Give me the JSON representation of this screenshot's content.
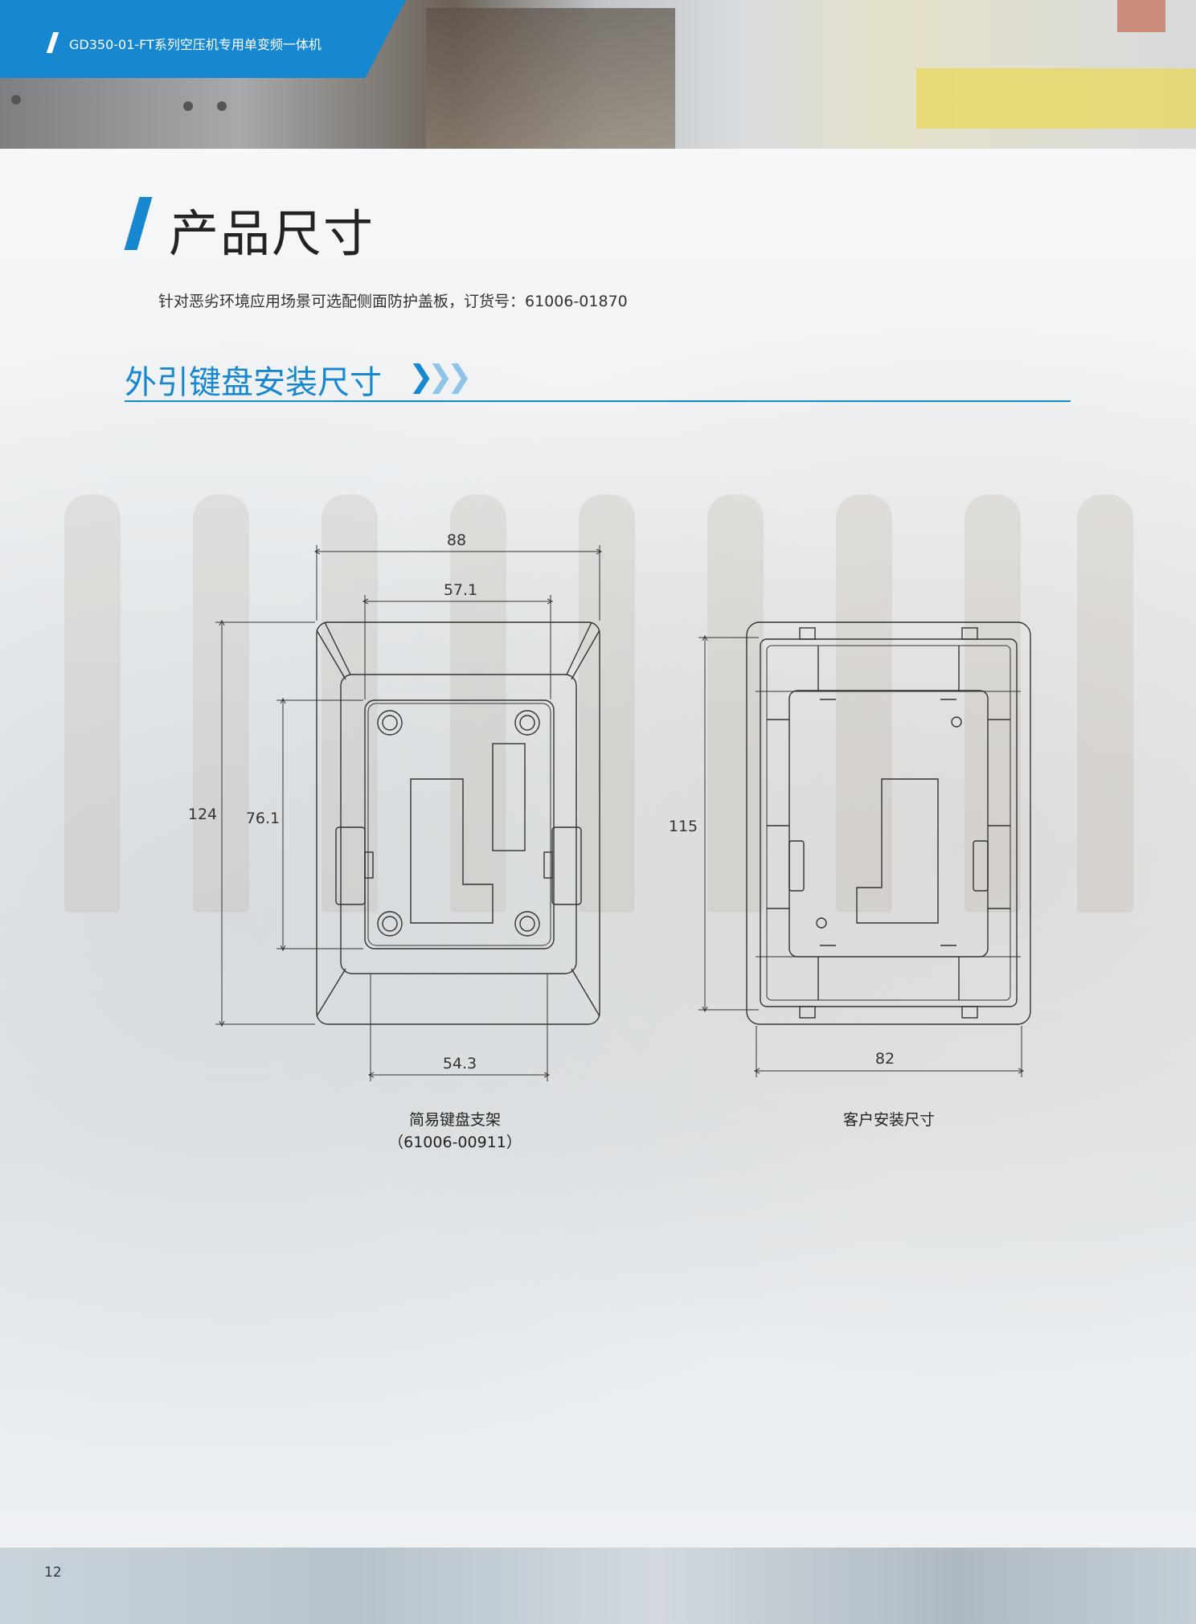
{
  "header": {
    "title": "GD350-01-FT系列空压机专用单变频一体机"
  },
  "page": {
    "title": "产品尺寸",
    "intro": "针对恶劣环境应用场景可选配侧面防护盖板，订货号：61006-01870",
    "section_title": "外引键盘安装尺寸",
    "page_number": "12"
  },
  "left_drawing": {
    "dim_width_outer": "88",
    "dim_width_inner": "57.1",
    "dim_height_outer": "124",
    "dim_height_inner": "76.1",
    "dim_width_bottom": "54.3",
    "caption_line1": "简易键盘支架",
    "caption_line2": "（61006-00911）"
  },
  "right_drawing": {
    "dim_height": "115",
    "dim_width": "82",
    "caption": "客户安装尺寸"
  },
  "colors": {
    "accent": "#1787d0",
    "line": "#333333"
  }
}
